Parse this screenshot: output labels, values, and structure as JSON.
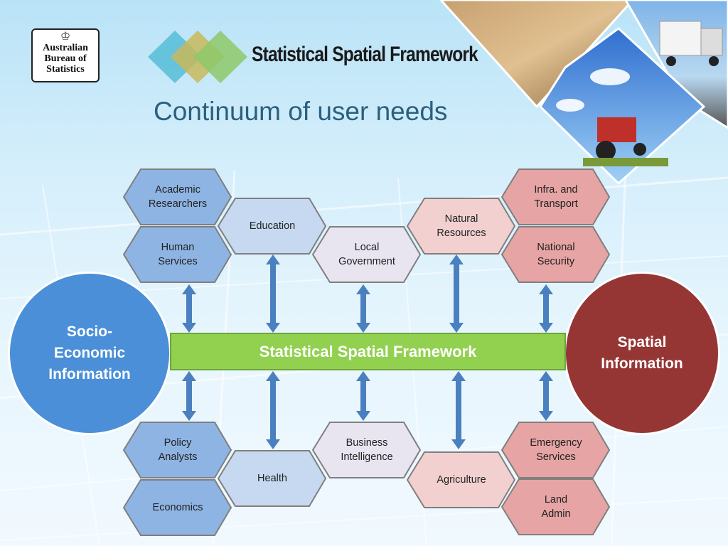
{
  "logo": {
    "lines": [
      "Australian",
      "Bureau of",
      "Statistics"
    ]
  },
  "brand_title": "Statistical Spatial Framework",
  "page_title": "Continuum of user needs",
  "colors": {
    "blue_dark": "#8eb4e3",
    "blue_light": "#c6d9f1",
    "red_dark": "#e6a4a4",
    "red_light": "#f2d0d0",
    "lav": "#e8e4f0",
    "green_bar": "#92d050",
    "circle_blue": "#4a8fd8",
    "circle_red": "#963634",
    "arrow": "#4a80c0"
  },
  "left_circle": {
    "label": "Socio-\nEconomic\nInformation"
  },
  "right_circle": {
    "label": "Spatial\nInformation"
  },
  "center_bar": {
    "label": "Statistical Spatial Framework"
  },
  "top_nodes": {
    "academic_researchers": "Academic\nResearchers",
    "human_services": "Human\nServices",
    "education": "Education",
    "local_government": "Local\nGovernment",
    "natural_resources": "Natural\nResources",
    "infra_transport": "Infra. and\nTransport",
    "national_security": "National\nSecurity"
  },
  "bottom_nodes": {
    "policy_analysts": "Policy\nAnalysts",
    "economics": "Economics",
    "health": "Health",
    "business_intelligence": "Business\nIntelligence",
    "agriculture": "Agriculture",
    "emergency_services": "Emergency\nServices",
    "land_admin": "Land\nAdmin"
  }
}
